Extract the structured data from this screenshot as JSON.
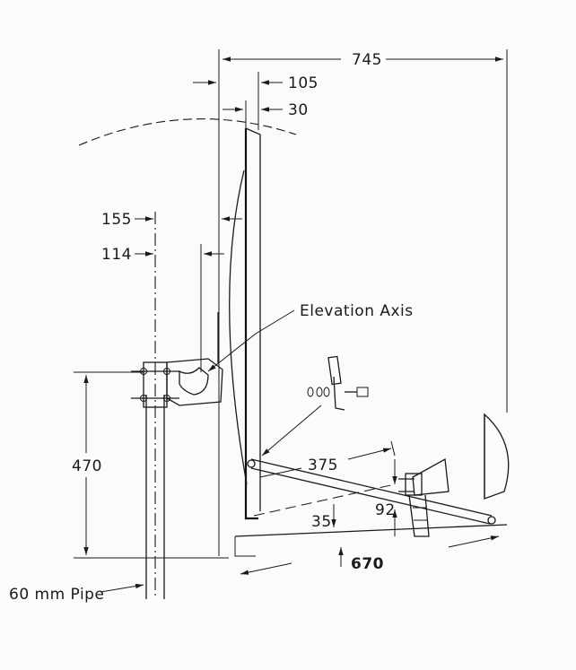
{
  "dimensions": {
    "total_depth": "745",
    "offset_105": "105",
    "offset_30": "30",
    "offset_155": "155",
    "offset_114": "114",
    "height_470": "470",
    "arm_375": "375",
    "feed_92": "92",
    "gap_35": "35",
    "length_670": "670"
  },
  "labels": {
    "elevation_axis": "Elevation Axis",
    "pipe": "60 mm Pipe"
  },
  "colors": {
    "ink": "#1a1a1a",
    "paper": "#fbfbfa"
  }
}
